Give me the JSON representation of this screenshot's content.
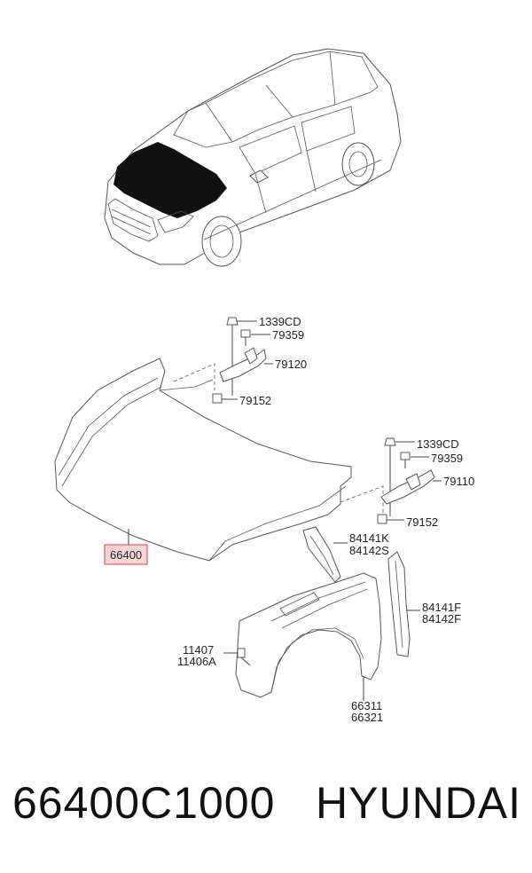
{
  "callouts": {
    "hinge_left_nut": "1339CD",
    "hinge_left_bolt": "79359",
    "hinge_left": "79120",
    "hinge_left_lower_bolt": "79152",
    "hinge_right_nut": "1339CD",
    "hinge_right_bolt": "79359",
    "hinge_right": "79110",
    "hinge_right_lower_bolt": "79152",
    "hood": "66400",
    "seal_upper_a": "84141K",
    "seal_upper_b": "84142S",
    "seal_side_a": "84141F",
    "seal_side_b": "84142F",
    "screw_a": "11407",
    "screw_b": "11406A",
    "fender_a": "66311",
    "fender_b": "66321"
  },
  "footer": {
    "part_number": "66400C1000",
    "brand": "HYUNDAI"
  },
  "colors": {
    "highlight": "#e05a5a",
    "highlight_fill": "#f8d6d6",
    "hood_black": "#111111"
  }
}
